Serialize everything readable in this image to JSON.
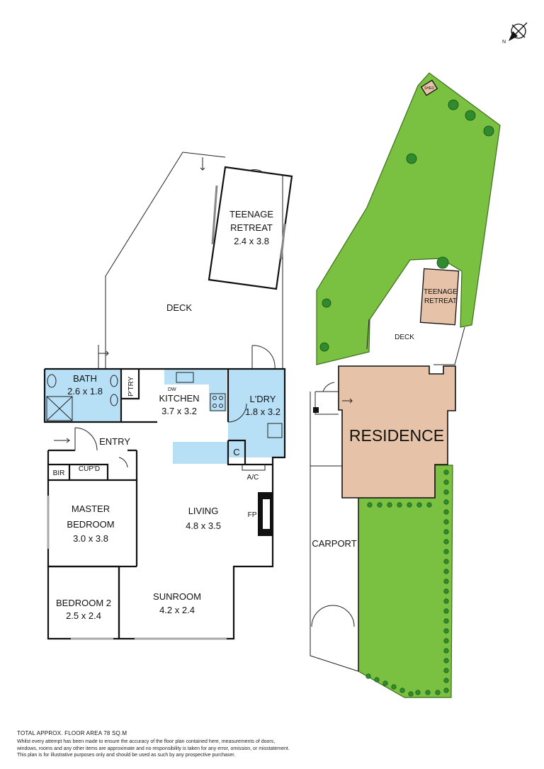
{
  "colors": {
    "wet_area": "#b7e0f6",
    "lawn": "#7ac142",
    "lawn_stroke": "#3e6e1d",
    "structure": "#e6c3a8",
    "wall": "#111111",
    "tree": "#2e8b2e"
  },
  "compass": {
    "north_label": "N"
  },
  "floorplan": {
    "teenage_retreat": {
      "name_line1": "TEENAGE",
      "name_line2": "RETREAT",
      "dims": "2.4 x 3.8"
    },
    "deck": {
      "name": "DECK"
    },
    "bath": {
      "name": "BATH",
      "dims": "2.6 x 1.8"
    },
    "pantry": {
      "name": "P'TRY"
    },
    "kitchen": {
      "name": "KITCHEN",
      "dims": "3.7 x 3.2",
      "dw_label": "DW"
    },
    "laundry": {
      "name": "L'DRY",
      "dims": "1.8 x 3.2"
    },
    "entry": {
      "name": "ENTRY"
    },
    "bir": {
      "name": "BIR"
    },
    "cupboard": {
      "name": "CUP'D"
    },
    "cupboard_c": {
      "name": "C"
    },
    "ac": {
      "name": "A/C"
    },
    "fireplace": {
      "name": "FP"
    },
    "master_bedroom": {
      "name_line1": "MASTER",
      "name_line2": "BEDROOM",
      "dims": "3.0 x 3.8"
    },
    "living": {
      "name": "LIVING",
      "dims": "4.8 x 3.5"
    },
    "bedroom2": {
      "name": "BEDROOM 2",
      "dims": "2.5 x 2.4"
    },
    "sunroom": {
      "name": "SUNROOM",
      "dims": "4.2 x 2.4"
    }
  },
  "siteplan": {
    "shed": {
      "name": "SHED"
    },
    "teenage_retreat": {
      "name_line1": "TEENAGE",
      "name_line2": "RETREAT"
    },
    "deck": {
      "name": "DECK"
    },
    "residence": {
      "name": "RESIDENCE"
    },
    "carport": {
      "name": "CARPORT"
    }
  },
  "footer": {
    "total_area": "TOTAL APPROX. FLOOR AREA 78 SQ.M",
    "disclaimer_line1": "Whilst every attempt has been made to ensure the accuracy of the floor plan contained here, measurements of doors,",
    "disclaimer_line2": "windows, rooms and any other items are approximate and no responsibility is taken for any error, omission, or misstatement.",
    "disclaimer_line3": "This plan is for illustrative purposes only and should be used as such by any prospective purchaser."
  }
}
